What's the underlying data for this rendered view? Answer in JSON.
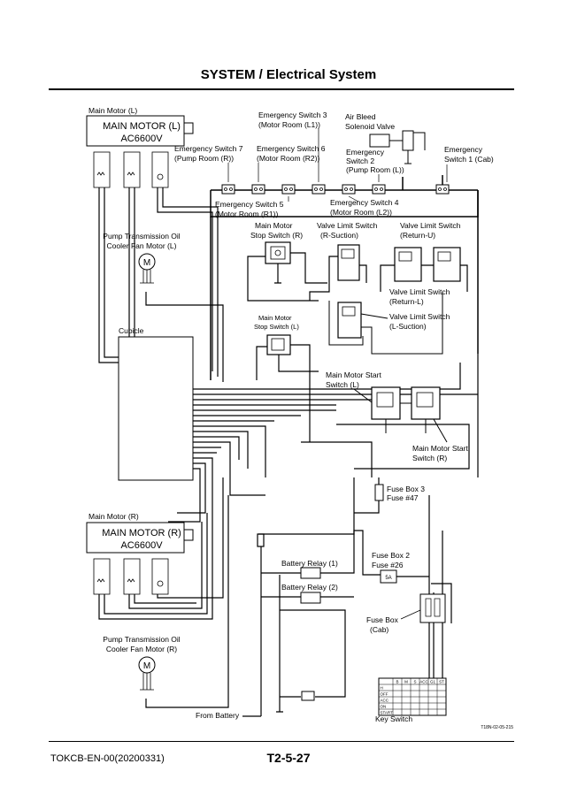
{
  "header": {
    "title": "SYSTEM / Electrical System"
  },
  "footer": {
    "doc_code": "TOKCB-EN-00(20200331)",
    "page_number": "T2-5-27"
  },
  "figure_code": "T18N-02-05-215",
  "labels": {
    "main_motor_l_caption": "Main Motor (L)",
    "main_motor_l_name": "MAIN MOTOR (L)",
    "main_motor_l_voltage": "AC6600V",
    "main_motor_r_caption": "Main Motor (R)",
    "main_motor_r_name": "MAIN MOTOR (R)",
    "main_motor_r_voltage": "AC6600V",
    "pump_fan_l_1": "Pump Transmission Oil",
    "pump_fan_l_2": "Cooler Fan Motor (L)",
    "pump_fan_r_1": "Pump Transmission Oil",
    "pump_fan_r_2": "Cooler Fan Motor (R)",
    "motor_symbol": "M",
    "cubicle": "Cubicle",
    "es3_1": "Emergency Switch 3",
    "es3_2": "(Motor Room (L1))",
    "es7_1": "Emergency Switch 7",
    "es7_2": "(Pump Room (R))",
    "es6_1": "Emergency Switch 6",
    "es6_2": "(Motor Room (R2))",
    "es2_1": "Emergency",
    "es2_2": "Switch 2",
    "es2_3": "(Pump Room (L))",
    "es1_1": "Emergency",
    "es1_2": "Switch 1 (Cab)",
    "es5_1": "Emergency Switch 5",
    "es5_2": "(Motor Room (R1))",
    "es4_1": "Emergency Switch 4",
    "es4_2": "(Motor Room (L2))",
    "abs_1": "Air Bleed",
    "abs_2": "Solenoid Valve",
    "mmss_r_1": "Main Motor",
    "mmss_r_2": "Stop Switch (R)",
    "mmss_l_1": "Main Motor",
    "mmss_l_2": "Stop Switch (L)",
    "vls_rs_1": "Valve Limit Switch",
    "vls_rs_2": "(R-Suction)",
    "vls_ru_1": "Valve Limit Switch",
    "vls_ru_2": "(Return-U)",
    "vls_rl_1": "Valve Limit Switch",
    "vls_rl_2": "(Return-L)",
    "vls_ls_1": "Valve Limit Switch",
    "vls_ls_2": "(L-Suction)",
    "msl_1": "Main Motor Start",
    "msl_2": "Switch (L)",
    "msr_1": "Main Motor Start",
    "msr_2": "Switch (R)",
    "fb3_1": "Fuse Box 3",
    "fb3_2": "Fuse #47",
    "fb2_1": "Fuse Box 2",
    "fb2_2": "Fuse #26",
    "fuse_rating": "5A",
    "br1": "Battery Relay (1)",
    "br2": "Battery Relay (2)",
    "fbc_1": "Fuse Box",
    "fbc_2": "(Cab)",
    "from_battery": "From Battery",
    "key_switch": "Key Switch",
    "key_cols": [
      "B",
      "M",
      "S",
      "ACC",
      "G1",
      "ST"
    ],
    "key_rows": [
      "H",
      "OFF",
      "ACC",
      "ON",
      "START"
    ]
  }
}
